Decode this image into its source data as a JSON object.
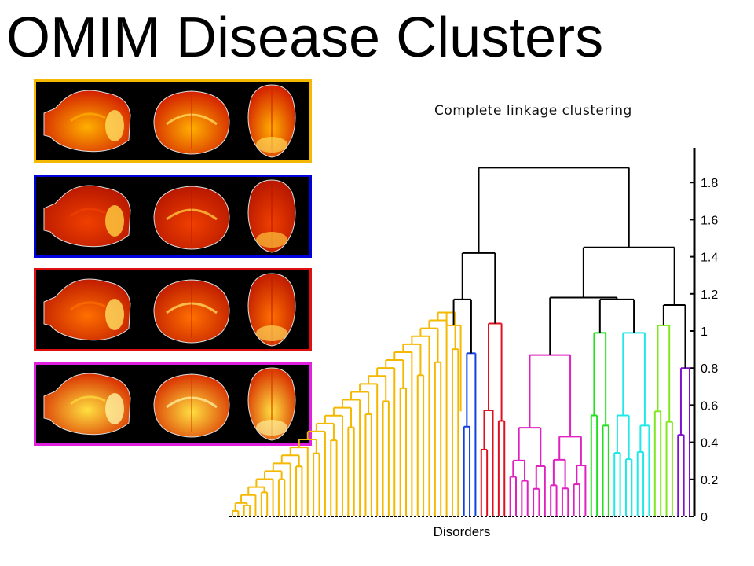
{
  "title": "OMIM Disease Clusters",
  "subtitle": "Complete linkage clustering",
  "xlabel": "Disorders",
  "brain_panels": [
    {
      "border": "#f5b800",
      "low": "#d32000",
      "high": "#ffb000",
      "spot": "#ffe060"
    },
    {
      "border": "#0000dd",
      "low": "#b81800",
      "high": "#f04000",
      "spot": "#ffd040"
    },
    {
      "border": "#e01010",
      "low": "#c01c00",
      "high": "#ff7000",
      "spot": "#ffe060"
    },
    {
      "border": "#e020e0",
      "low": "#d83000",
      "high": "#ffe040",
      "spot": "#fff2a0"
    }
  ],
  "chart_data": {
    "type": "dendrogram",
    "linkage": "complete",
    "ylim": [
      0,
      1.9
    ],
    "y_ticks": [
      "0",
      "0.2",
      "0.4",
      "0.6",
      "0.8",
      "1",
      "1.2",
      "1.4",
      "1.6",
      "1.8"
    ],
    "axis_side": "right",
    "clusters": [
      {
        "color": "#f5b800",
        "leaves": 40,
        "height": 1.03
      },
      {
        "color": "#1040e0",
        "leaves": 3,
        "height": 0.88
      },
      {
        "color": "#e01020",
        "leaves": 5,
        "height": 1.04
      },
      {
        "color": "#e020c0",
        "leaves": 14,
        "height": 0.87
      },
      {
        "color": "#20e020",
        "leaves": 4,
        "height": 0.99
      },
      {
        "color": "#20e8e8",
        "leaves": 7,
        "height": 0.99
      },
      {
        "color": "#80e820",
        "leaves": 4,
        "height": 1.03
      },
      {
        "color": "#8010d0",
        "leaves": 3,
        "height": 0.8
      }
    ],
    "merges": [
      {
        "a": "c0",
        "b": "c1",
        "height": 1.17
      },
      {
        "a": "m0",
        "b": "c2",
        "height": 1.42
      },
      {
        "a": "c4",
        "b": "c5",
        "height": 1.17
      },
      {
        "a": "c3",
        "b": "m2",
        "height": 1.18
      },
      {
        "a": "c6",
        "b": "c7",
        "height": 1.14
      },
      {
        "a": "m3",
        "b": "m4",
        "height": 1.45
      },
      {
        "a": "m1",
        "b": "m5",
        "height": 1.88
      }
    ]
  }
}
